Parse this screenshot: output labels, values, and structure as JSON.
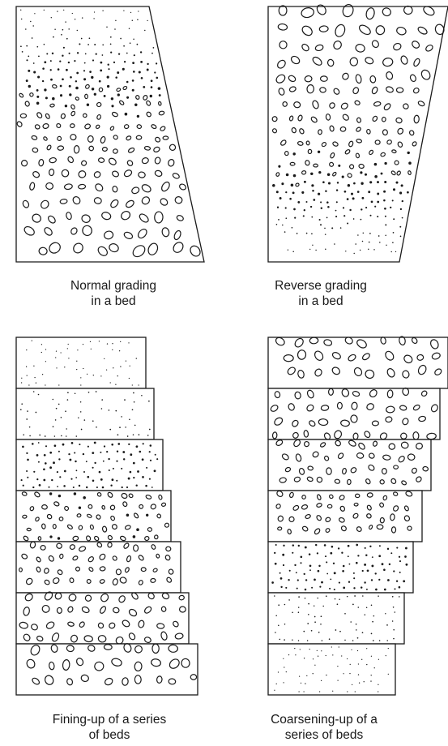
{
  "captions": {
    "normal": {
      "line1": "Normal grading",
      "line2": "in a bed"
    },
    "reverse": {
      "line1": "Reverse grading",
      "line2": "in a bed"
    },
    "fining": {
      "line1": "Fining-up of a series",
      "line2": "of beds"
    },
    "coarsening": {
      "line1": "Coarsening-up of a",
      "line2": "series of beds"
    }
  },
  "colors": {
    "ink": "#1a1a1a",
    "paper": "#ffffff"
  },
  "panels": [
    {
      "id": "normal-grading",
      "kind": "single-bed",
      "grading": "coarse-at-base"
    },
    {
      "id": "reverse-grading",
      "kind": "single-bed",
      "grading": "coarse-at-top"
    },
    {
      "id": "fining-up",
      "kind": "bed-series",
      "beds": 7,
      "trend": "coarse-at-base, fine-at-top"
    },
    {
      "id": "coarsening-up",
      "kind": "bed-series",
      "beds": 7,
      "trend": "fine-at-base, coarse-at-top"
    }
  ]
}
